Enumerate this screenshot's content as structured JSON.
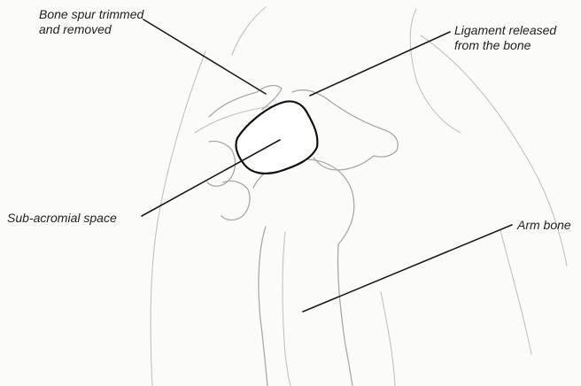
{
  "labels": {
    "bone_spur": "Bone spur trimmed\nand removed",
    "ligament": "Ligament released\nfrom the bone",
    "sub_acromial": "Sub-acromial space",
    "arm_bone": "Arm bone"
  },
  "colors": {
    "outline": "#a9a9a9",
    "leader": "#1a1a1a",
    "text": "#222222"
  }
}
